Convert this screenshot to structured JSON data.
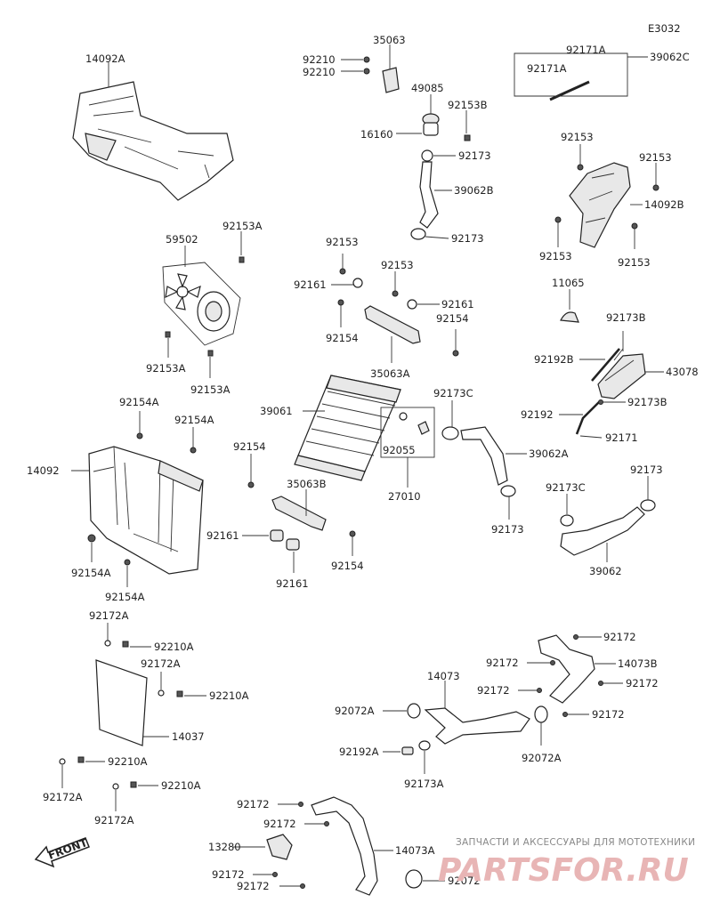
{
  "diagram_code": "E3032",
  "watermark": {
    "line1": "ЗАПЧАСТИ И АКСЕССУАРЫ ДЛЯ МОТОТЕХНИКИ",
    "logo": "PARTSFOR.RU"
  },
  "front_label": "FRONT",
  "labels": {
    "p14092A": "14092A",
    "p35063": "35063",
    "p92210_1": "92210",
    "p92210_2": "92210",
    "p49085": "49085",
    "p92153B": "92153B",
    "p16160": "16160",
    "p92173_1": "92173",
    "p39062B": "39062B",
    "p92173_2": "92173",
    "p92171A_1": "92171A",
    "p92171A_2": "92171A",
    "p39062C": "39062C",
    "p92153_r1": "92153",
    "p92153_r2": "92153",
    "p14092B": "14092B",
    "p92153_r3": "92153",
    "p92153_r4": "92153",
    "p11065": "11065",
    "p59502": "59502",
    "p92153A_1": "92153A",
    "p92153A_2": "92153A",
    "p92153A_3": "92153A",
    "p92153_c1": "92153",
    "p92153_c2": "92153",
    "p92161_1": "92161",
    "p92161_2": "92161",
    "p92154_c1": "92154",
    "p92154_c2": "92154",
    "p35063A": "35063A",
    "p92173B_1": "92173B",
    "p92192B": "92192B",
    "p43078": "43078",
    "p92192": "92192",
    "p92173B_2": "92173B",
    "p92171": "92171",
    "p39061": "39061",
    "p92173C_1": "92173C",
    "p39062A": "39062A",
    "p92055": "92055",
    "p27010": "27010",
    "p92173_3": "92173",
    "p92173C_2": "92173C",
    "p92173_4": "92173",
    "p39062": "39062",
    "p92154A_1": "92154A",
    "p92154A_2": "92154A",
    "p14092": "14092",
    "p92154A_3": "92154A",
    "p92154A_4": "92154A",
    "p92154_l": "92154",
    "p35063B": "35063B",
    "p92161_3": "92161",
    "p92154_b": "92154",
    "p92161_4": "92161",
    "p92172A_1": "92172A",
    "p92210A_1": "92210A",
    "p92172A_2": "92172A",
    "p92210A_2": "92210A",
    "p14037": "14037",
    "p92210A_3": "92210A",
    "p92172A_3": "92172A",
    "p92210A_4": "92210A",
    "p92172A_4": "92172A",
    "p92172_1": "92172",
    "p92172_2": "92172",
    "p14073B": "14073B",
    "p14073": "14073",
    "p92172_3": "92172",
    "p92172_4": "92172",
    "p92072A_1": "92072A",
    "p92172_5": "92172",
    "p92192A": "92192A",
    "p92072A_2": "92072A",
    "p92173A": "92173A",
    "p92172_6": "92172",
    "p92172_7": "92172",
    "p13280": "13280",
    "p14073A": "14073A",
    "p92172_8": "92172",
    "p92172_9": "92172",
    "p92072": "92072"
  }
}
